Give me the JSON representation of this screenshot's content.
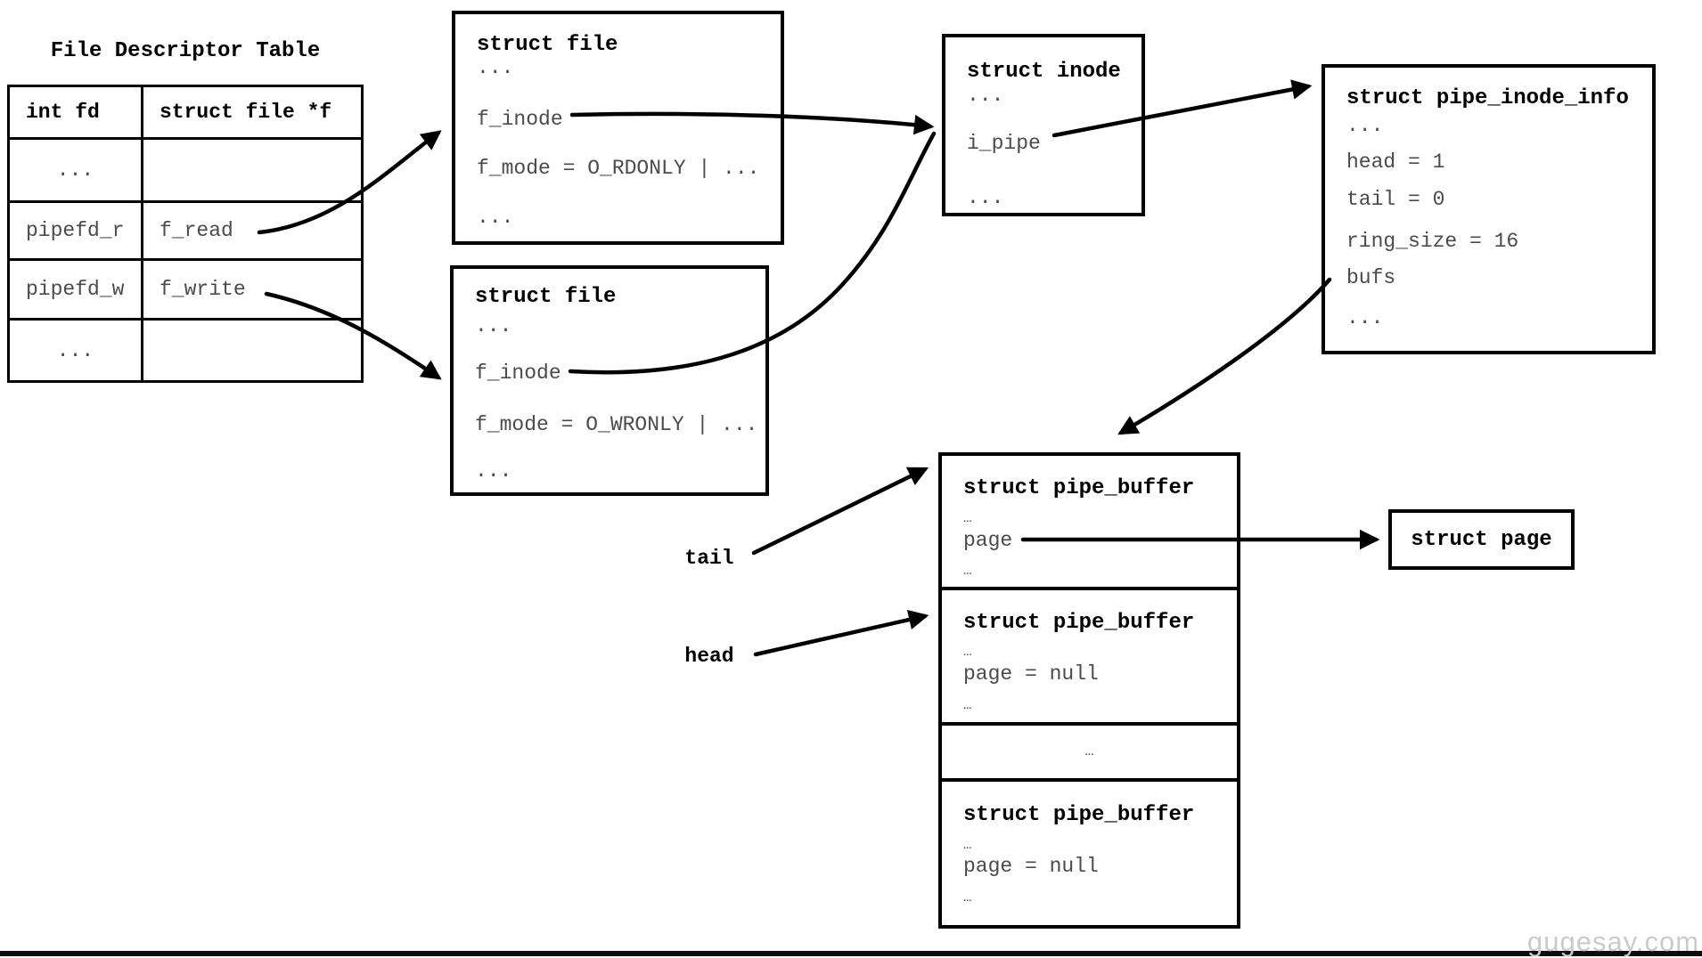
{
  "title": "File Descriptor Table",
  "fd_table": {
    "col1_header": "int fd",
    "col2_header": "struct file *f",
    "rows": [
      {
        "fd": "...",
        "file": ""
      },
      {
        "fd": "pipefd_r",
        "file": "f_read"
      },
      {
        "fd": "pipefd_w",
        "file": "f_write"
      },
      {
        "fd": "...",
        "file": ""
      }
    ]
  },
  "file_read_box": {
    "title": "struct file",
    "lines": [
      "...",
      "f_inode",
      "f_mode = O_RDONLY | ...",
      "..."
    ]
  },
  "file_write_box": {
    "title": "struct file",
    "lines": [
      "...",
      "f_inode",
      "f_mode = O_WRONLY | ...",
      "..."
    ]
  },
  "inode_box": {
    "title": "struct inode",
    "lines": [
      "...",
      "i_pipe",
      "..."
    ]
  },
  "pipe_inode_info_box": {
    "title": "struct pipe_inode_info",
    "lines": [
      "...",
      "head = 1",
      "tail = 0",
      "ring_size = 16",
      "bufs",
      "..."
    ]
  },
  "buffer_array": {
    "cells": [
      {
        "title": "struct pipe_buffer",
        "dots1": "…",
        "page": "page",
        "dots2": "…"
      },
      {
        "title": "struct pipe_buffer",
        "dots1": "…",
        "page": "page = null",
        "dots2": "…"
      },
      {
        "ellipsis": "…"
      },
      {
        "title": "struct pipe_buffer",
        "dots1": "…",
        "page": "page = null",
        "dots2": "…"
      }
    ]
  },
  "page_box": {
    "title": "struct page"
  },
  "pointer_labels": {
    "tail": "tail",
    "head": "head"
  },
  "watermark": "gugesay.com",
  "colors": {
    "line": "#000000",
    "text": "#4b4b4b",
    "watermark": "#cbcbcb"
  }
}
